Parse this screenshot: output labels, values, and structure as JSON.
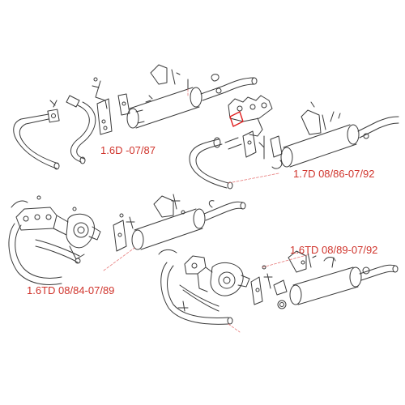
{
  "labels": {
    "d16": "1.6D -07/87",
    "d17": "1.7D 08/86-07/92",
    "td16_late": "1.6TD 08/89-07/92",
    "td16_early": "1.6TD 08/84-07/89"
  },
  "colors": {
    "label_text": "#d0342c",
    "line_art": "#3a3a3a",
    "highlight": "#e02020",
    "leader": "#e77a7a",
    "background": "#ffffff"
  }
}
